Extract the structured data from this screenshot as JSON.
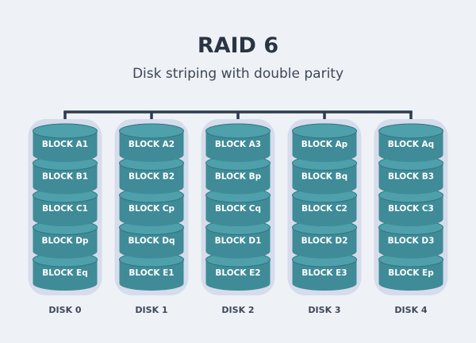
{
  "title": "RAID 6",
  "subtitle": "Disk striping with double parity",
  "colors": {
    "background": "#eef2f7",
    "bus": "#2e3a4f",
    "disk_backdrop": "#d6dceb",
    "cylinder_body": "#3f8b97",
    "cylinder_top": "#4ea0ab",
    "cylinder_edge": "#2f7480",
    "label": "#ffffff"
  },
  "disks": [
    {
      "label": "DISK 0",
      "blocks": [
        "BLOCK A1",
        "BLOCK B1",
        "BLOCK C1",
        "BLOCK Dp",
        "BLOCK Eq"
      ]
    },
    {
      "label": "DISK 1",
      "blocks": [
        "BLOCK A2",
        "BLOCK B2",
        "BLOCK Cp",
        "BLOCK Dq",
        "BLOCK E1"
      ]
    },
    {
      "label": "DISK 2",
      "blocks": [
        "BLOCK A3",
        "BLOCK Bp",
        "BLOCK Cq",
        "BLOCK D1",
        "BLOCK E2"
      ]
    },
    {
      "label": "DISK 3",
      "blocks": [
        "BLOCK Ap",
        "BLOCK Bq",
        "BLOCK C2",
        "BLOCK D2",
        "BLOCK E3"
      ]
    },
    {
      "label": "DISK 4",
      "blocks": [
        "BLOCK Aq",
        "BLOCK B3",
        "BLOCK C3",
        "BLOCK D3",
        "BLOCK Ep"
      ]
    }
  ]
}
